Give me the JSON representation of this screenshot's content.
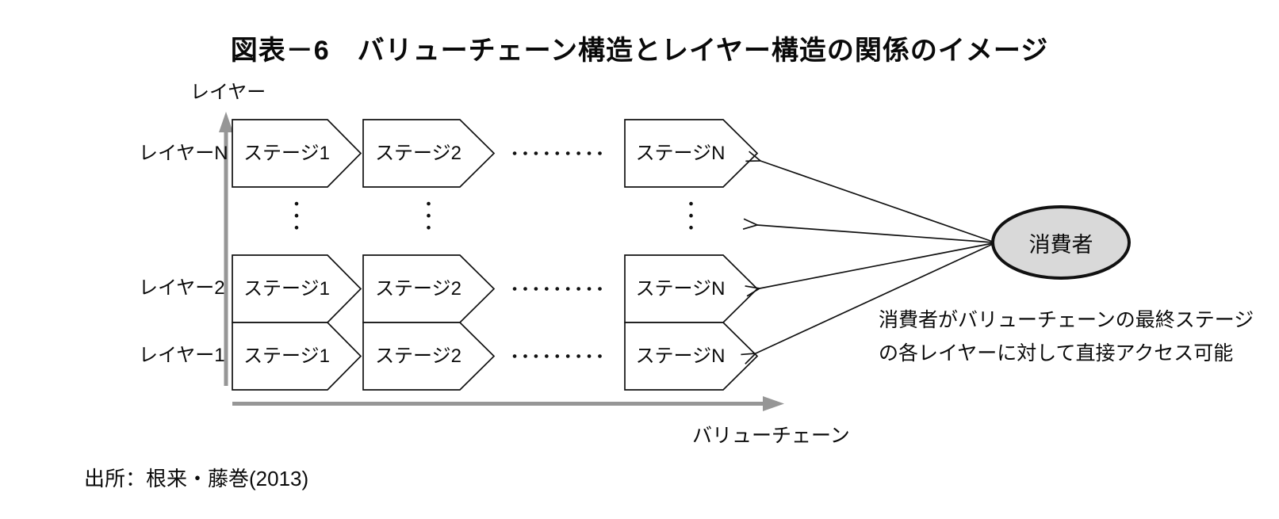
{
  "title": "図表－6　バリューチェーン構造とレイヤー構造の関係のイメージ",
  "y_axis": {
    "label": "レイヤー"
  },
  "x_axis": {
    "label": "バリューチェーン"
  },
  "layers": [
    {
      "label": "レイヤーN",
      "stages": [
        "ステージ1",
        "ステージ2",
        "ステージN"
      ]
    },
    {
      "label": "レイヤー2",
      "stages": [
        "ステージ1",
        "ステージ2",
        "ステージN"
      ]
    },
    {
      "label": "レイヤー1",
      "stages": [
        "ステージ1",
        "ステージ2",
        "ステージN"
      ]
    }
  ],
  "ellipsis": {
    "horizontal": "・・・・・・・・・・",
    "vertical": "・・・・"
  },
  "consumer": {
    "label": "消費者"
  },
  "note": {
    "line1": "消費者がバリューチェーンの最終ステージ",
    "line2": "の各レイヤーに対して直接アクセス可能"
  },
  "source": "出所：根来・藤巻(2013)",
  "colors": {
    "axis_gray": "#969696",
    "ellipse_fill": "#d9d9d9",
    "line_black": "#111111"
  }
}
